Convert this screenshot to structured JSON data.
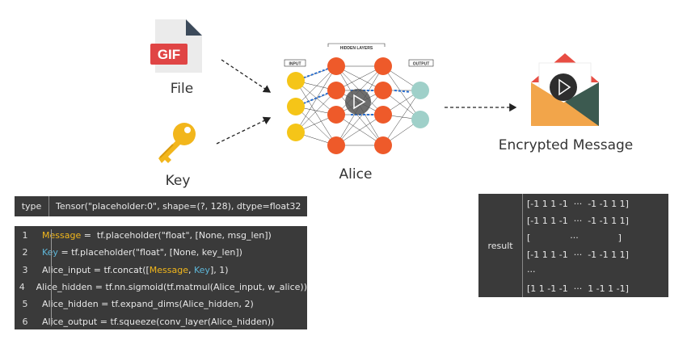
{
  "inputs": {
    "file_label": "File",
    "file_icon_text": "GIF",
    "key_label": "Key"
  },
  "network": {
    "title": "Alice",
    "input_label": "INPUT",
    "hidden_label": "HIDDEN LAYERS",
    "output_label": "OUTPUT"
  },
  "output": {
    "label": "Encrypted Message"
  },
  "type_box": {
    "key": "type",
    "value": "Tensor(\"placeholder:0\", shape=(?, 128), dtype=float32"
  },
  "code_lines": [
    {
      "num": "1",
      "pre": "",
      "hl": "Message",
      "hl_color": "yellow",
      "post": " =  tf.placeholder(\"float\", [None, msg_len])"
    },
    {
      "num": "2",
      "pre": "",
      "hl": "Key",
      "hl_color": "blue",
      "post": " = tf.placeholder(\"float\", [None, key_len])"
    },
    {
      "num": "3",
      "pre": "Alice_input = tf.concat([",
      "hl": "Message",
      "hl_color": "yellow",
      "hl2": "Key",
      "post": "], 1)"
    },
    {
      "num": "4",
      "text": "Alice_hidden = tf.nn.sigmoid(tf.matmul(Alice_input, w_alice))"
    },
    {
      "num": "5",
      "text": "Alice_hidden = tf.expand_dims(Alice_hidden, 2)"
    },
    {
      "num": "6",
      "text": "Alice_output = tf.squeeze(conv_layer(Alice_hidden))"
    }
  ],
  "result_box": {
    "key": "result",
    "rows": [
      "[-1 1 1 -1  ···  -1 -1 1 1]",
      "[-1 1 1 -1  ···  -1 -1 1 1]",
      "[              ···              ]",
      "[-1 1 1 -1  ···  -1 -1 1 1]",
      "···",
      "[1 1 -1 -1  ···  1 -1 1 -1]"
    ]
  },
  "colors": {
    "input_node": "#f5c518",
    "hidden_node": "#ee5a2a",
    "output_node": "#9fd0c9",
    "code_bg": "#3a3a3a",
    "highlight_yellow": "#f2b71c",
    "highlight_blue": "#5eb6d8"
  }
}
